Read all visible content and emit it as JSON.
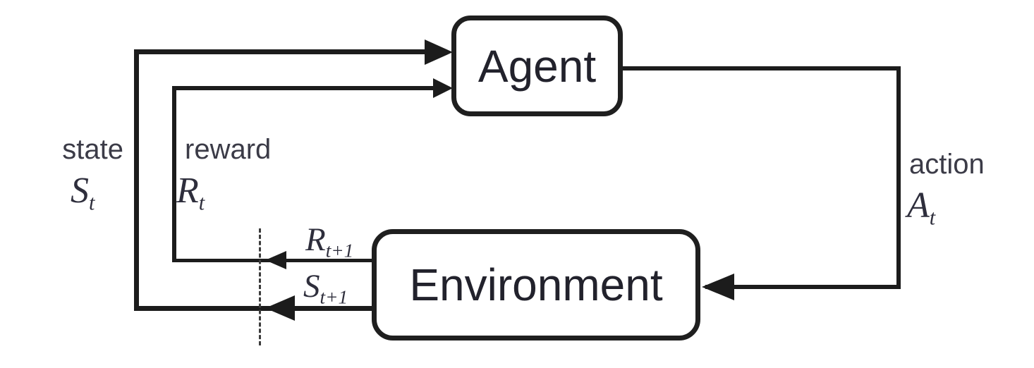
{
  "nodes": {
    "agent": {
      "label": "Agent"
    },
    "environment": {
      "label": "Environment"
    }
  },
  "labels": {
    "state": {
      "word": "state",
      "symbol": "S",
      "subscript": "t"
    },
    "reward": {
      "word": "reward",
      "symbol": "R",
      "subscript": "t"
    },
    "action": {
      "word": "action",
      "symbol": "A",
      "subscript": "t"
    },
    "next_reward": {
      "symbol": "R",
      "subscript": "t+1"
    },
    "next_state": {
      "symbol": "S",
      "subscript": "t+1"
    }
  },
  "colors": {
    "line": "#1c1c1c",
    "node_border": "#1f1f1f",
    "node_text": "#22222c",
    "label_text": "#3b3b47",
    "math_text": "#2e2e3c",
    "background": "#ffffff"
  }
}
